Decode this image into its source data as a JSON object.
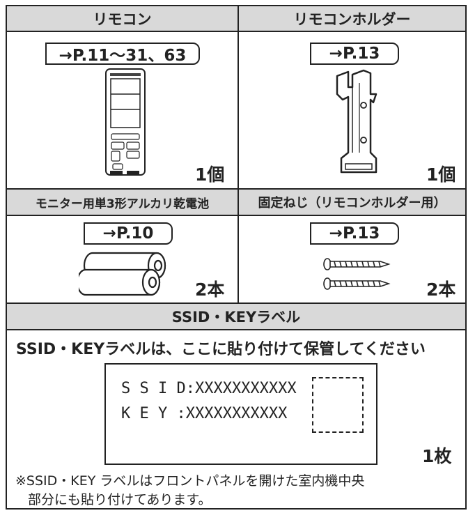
{
  "items": [
    {
      "name": "リモコン",
      "page_ref": "→P.11〜31、63",
      "quantity": "1個"
    },
    {
      "name": "リモコンホルダー",
      "page_ref": "→P.13",
      "quantity": "1個"
    },
    {
      "name": "モニター用単3形アルカリ乾電池",
      "page_ref": "→P.10",
      "quantity": "2本"
    },
    {
      "name": "固定ねじ（リモコンホルダー用）",
      "page_ref": "→P.13",
      "quantity": "2本"
    }
  ],
  "ssid_section": {
    "header": "SSID・KEYラベル",
    "instruction": "SSID・KEYラベルは、ここに貼り付けて保管してください",
    "ssid_line": "S S I D:XXXXXXXXXXX",
    "key_line": "K E Y :XXXXXXXXXXX",
    "quantity": "1枚"
  },
  "footnote_line1": "※SSID・KEY ラベルはフロントパネルを開けた室内機中央",
  "footnote_line2": "部分にも貼り付けてあります。"
}
